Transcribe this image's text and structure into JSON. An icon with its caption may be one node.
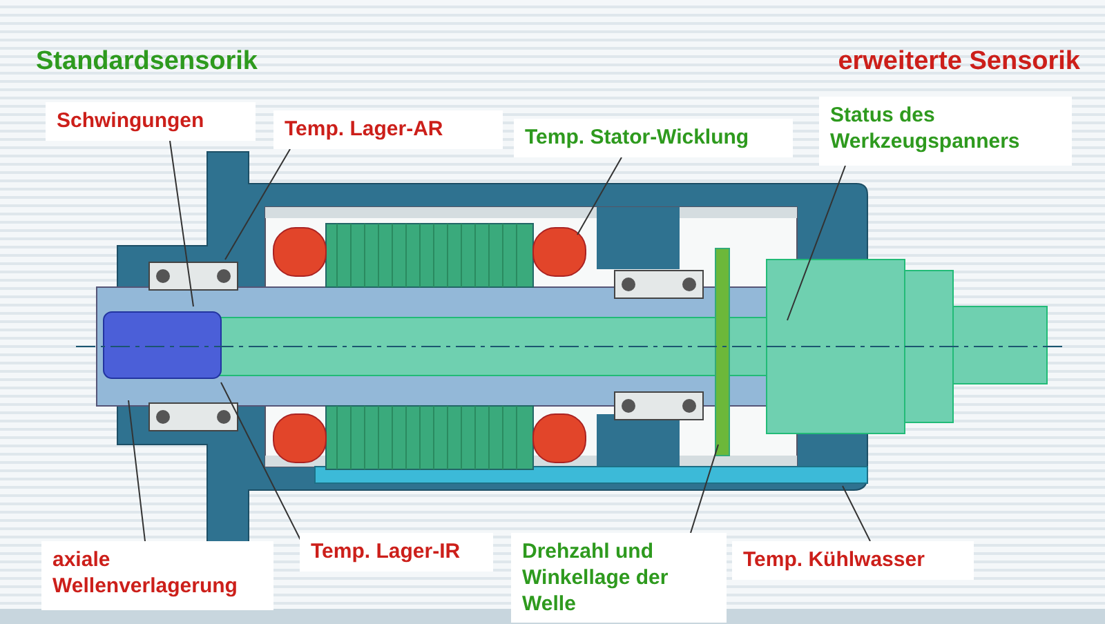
{
  "diagram": {
    "nodes": [
      {
        "text": [
          "Schwingungen"
        ]
      },
      {
        "text": [
          "Temp. Lager-AR"
        ]
      },
      {
        "text": [
          "Temp. Stator-Wicklung"
        ]
      },
      {
        "text": [
          "Status des Werkzeugspanners"
        ]
      },
      {
        "text": [
          "axiale Wellenverlagerung"
        ]
      },
      {
        "text": [
          "Temp. Lager-IR"
        ]
      },
      {
        "text": [
          "Drehzahl und Winkellage der Welle"
        ]
      },
      {
        "text": [
          "Temp. Kühlwasser"
        ]
      }
    ],
    "edges": [
      {
        "from": 0,
        "to": null,
        "arrow": "none"
      },
      {
        "from": 1,
        "to": null,
        "arrow": "none"
      },
      {
        "from": 2,
        "to": null,
        "arrow": "none"
      },
      {
        "from": 3,
        "to": null,
        "arrow": "none"
      },
      {
        "from": 4,
        "to": null,
        "arrow": "none"
      },
      {
        "from": 5,
        "to": null,
        "arrow": "none"
      },
      {
        "from": 6,
        "to": null,
        "arrow": "none"
      },
      {
        "from": 7,
        "to": null,
        "arrow": "none"
      }
    ],
    "labels": [
      "Standardsensorik",
      "erweiterte Sensorik"
    ]
  }
}
